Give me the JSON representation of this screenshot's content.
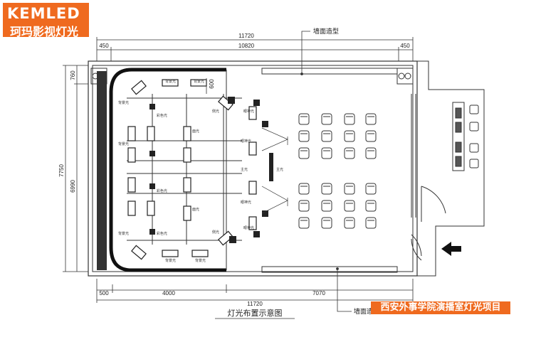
{
  "logo": {
    "line1": "KEMLED",
    "line2": "珂玛影视灯光"
  },
  "project_title": "西安外事学院演播室灯光项目",
  "caption": "灯光布置示意图",
  "callouts": {
    "wall_top": "墙面造型",
    "wall_bottom": "墙面造型"
  },
  "dimensions": {
    "top_total": "11720",
    "top_inner": "10820",
    "top_left": "450",
    "top_right": "450",
    "left_outer": "7750",
    "left_inner": "6990",
    "left_top": "760",
    "left_upper": "600",
    "bottom_a": "500",
    "bottom_b": "4000",
    "bottom_c": "7070",
    "bottom_total": "11720"
  },
  "lamp_labels": {
    "back": "背景光",
    "color": "彩色光",
    "face": "面光",
    "eye": "眼神光",
    "side": "侧光",
    "key": "主光"
  },
  "seating": {
    "rows": 6,
    "columns": 4
  },
  "colors": {
    "brand": "#ef6a1f",
    "line": "#333333"
  }
}
